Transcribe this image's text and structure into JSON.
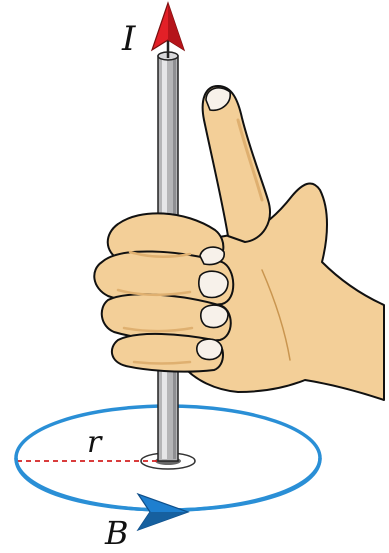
{
  "labels": {
    "current": "I",
    "magnetic_field": "B",
    "radius": "r"
  },
  "colors": {
    "wire": "#b5b5b7",
    "wire_highlight": "#e6e6e8",
    "current_arrow": "#e32027",
    "field_loop": "#2a8fd6",
    "field_arrow": "#1e7fcf",
    "radius_line": "#d42020",
    "skin": "#f3cf98",
    "skin_shadow": "#dfb070",
    "nail": "#f7f1ea",
    "outline": "#111111"
  },
  "icons": {
    "hand": "right-hand-grip-icon",
    "current_arrow": "arrow-up-icon",
    "field_arrow": "arrow-right-icon"
  }
}
